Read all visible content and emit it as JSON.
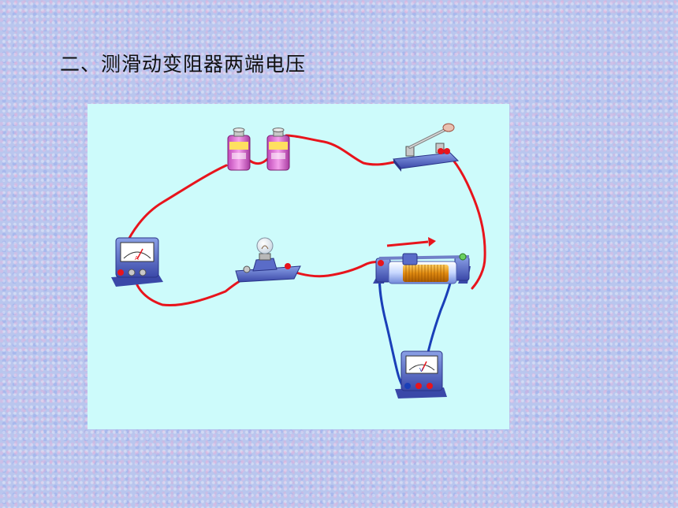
{
  "slide": {
    "title": "二、测滑动变阻器两端电压"
  },
  "diagram": {
    "background": "#cdfbfb",
    "wire_colors": {
      "main_circuit": "#e8141c",
      "voltmeter_leads": "#1a3fb8"
    },
    "components": [
      {
        "name": "battery-cell",
        "count": 2,
        "icon": "battery-icon"
      },
      {
        "name": "knife-switch",
        "icon": "switch-icon"
      },
      {
        "name": "ammeter",
        "dial_letter": "A",
        "icon": "ammeter-icon"
      },
      {
        "name": "light-bulb",
        "icon": "bulb-icon"
      },
      {
        "name": "sliding-rheostat",
        "icon": "rheostat-icon"
      },
      {
        "name": "voltmeter",
        "dial_letter": "V",
        "icon": "voltmeter-icon"
      }
    ],
    "slider_arrow": {
      "color": "#e8141c",
      "direction": "right"
    }
  }
}
